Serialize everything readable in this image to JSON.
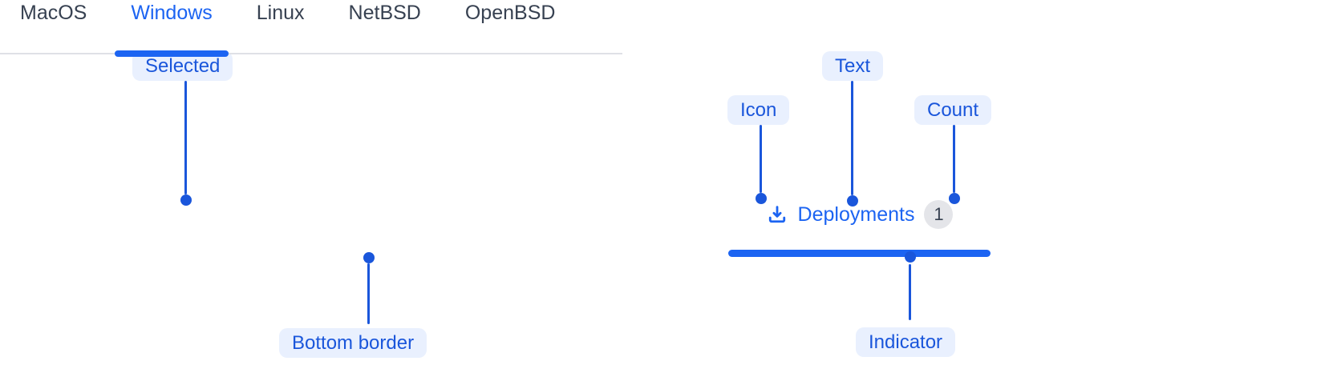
{
  "annotations": {
    "selected": "Selected",
    "bottom_border": "Bottom border",
    "icon": "Icon",
    "text": "Text",
    "count": "Count",
    "indicator": "Indicator"
  },
  "tabs": {
    "items": [
      {
        "label": "MacOS",
        "selected": false
      },
      {
        "label": "Windows",
        "selected": true
      },
      {
        "label": "Linux",
        "selected": false
      },
      {
        "label": "NetBSD",
        "selected": false
      },
      {
        "label": "OpenBSD",
        "selected": false
      }
    ]
  },
  "deployments_tab": {
    "label": "Deployments",
    "count": "1",
    "icon": "download-icon"
  },
  "colors": {
    "active_blue": "#1C64F2",
    "annotation_blue": "#1A56DB",
    "pill_bg": "#E9F0FE",
    "inactive_text": "#374151",
    "border_gray": "#DFE1E6",
    "badge_bg": "#E4E5E9",
    "badge_text": "#374151"
  }
}
